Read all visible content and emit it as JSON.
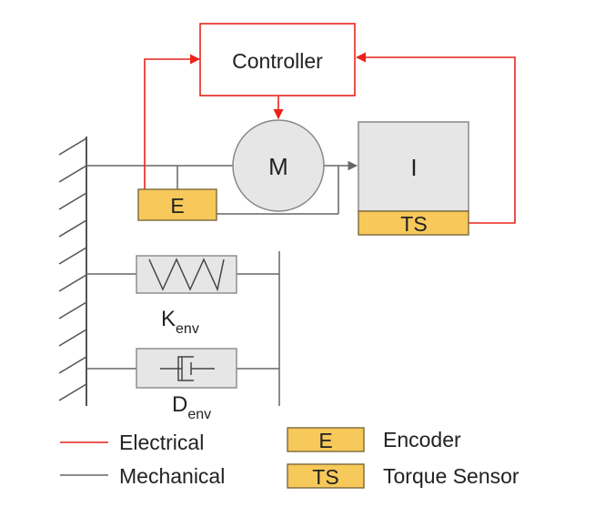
{
  "colors": {
    "electrical": "#e8241c",
    "mechanical": "#666666",
    "sensor_fill": "#f7c85a",
    "sensor_stroke": "#7a6a3a",
    "box_fill": "#e6e6e6",
    "box_stroke": "#888888",
    "text": "#222222"
  },
  "blocks": {
    "controller": "Controller",
    "motor": "M",
    "inertia": "I",
    "encoder": "E",
    "torque_sensor": "TS",
    "spring_label_main": "K",
    "spring_label_sub": "env",
    "damper_label_main": "D",
    "damper_label_sub": "env"
  },
  "legend": {
    "electrical": "Electrical",
    "mechanical": "Mechanical",
    "encoder_key": "E",
    "encoder": "Encoder",
    "torque_sensor_key": "TS",
    "torque_sensor": "Torque Sensor"
  },
  "icons": [
    "ground-hatch-icon",
    "spring-icon",
    "damper-icon",
    "arrowhead-icon"
  ]
}
